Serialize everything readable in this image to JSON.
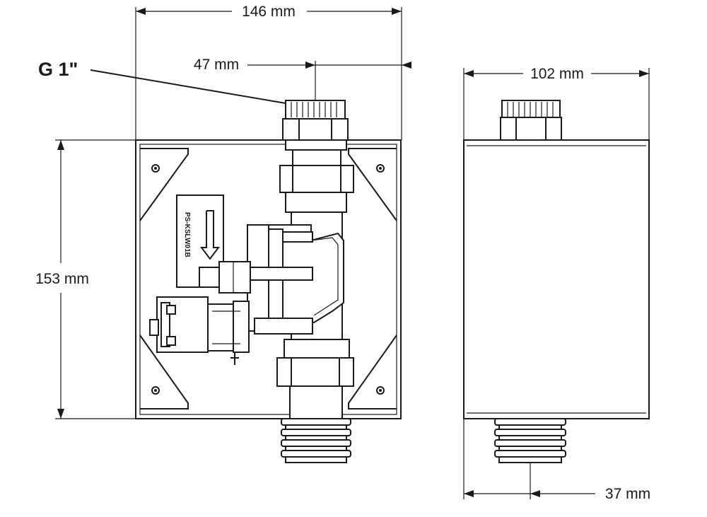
{
  "dimensions": {
    "width_front": "146 mm",
    "outlet_offset_top": "47 mm",
    "height": "153 mm",
    "width_side": "102 mm",
    "outlet_offset_bottom": "37 mm"
  },
  "thread_label": "G 1\"",
  "part_label": "PS-KSLW01B",
  "colors": {
    "line": "#1a1a1a",
    "background": "#ffffff"
  }
}
